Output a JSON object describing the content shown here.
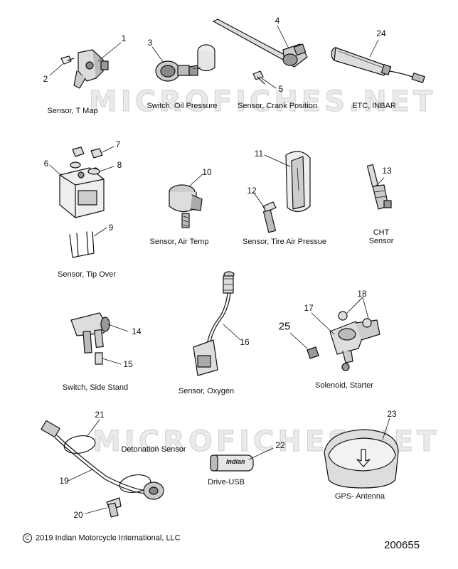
{
  "watermark": "MICROFICHES.NET",
  "copyright": "2019 Indian Motorcycle International, LLC",
  "copyright_symbol": "C",
  "figure_number": "200655",
  "usb_brand": "Indian",
  "labels": {
    "sensor_t_map": "Sensor, T Map",
    "switch_oil_pressure": "Switch, Oil Pressure",
    "sensor_crank_position": "Sensor, Crank Position",
    "etc_inbar": "ETC, INBAR",
    "sensor_tip_over": "Sensor, Tip Over",
    "sensor_air_temp": "Sensor, Air Temp",
    "sensor_tire_air_pressue": "Sensor, Tire Air Pressue",
    "cht_line1": "CHT",
    "cht_line2": "Sensor",
    "switch_side_stand": "Switch, Side Stand",
    "sensor_oxygen": "Sensor, Oxygen",
    "solenoid_starter": "Solenoid, Starter",
    "detonation_sensor": "Detonation Sensor",
    "drive_usb": "Drive-USB",
    "gps_antenna": "GPS- Antenna"
  },
  "callouts": {
    "c1": "1",
    "c2": "2",
    "c3": "3",
    "c4": "4",
    "c5": "5",
    "c6": "6",
    "c7": "7",
    "c8": "8",
    "c9": "9",
    "c10": "10",
    "c11": "11",
    "c12": "12",
    "c13": "13",
    "c14": "14",
    "c15": "15",
    "c16": "16",
    "c17": "17",
    "c18": "18",
    "c19": "19",
    "c20": "20",
    "c21": "21",
    "c22": "22",
    "c23": "23",
    "c24": "24",
    "c25": "25"
  }
}
